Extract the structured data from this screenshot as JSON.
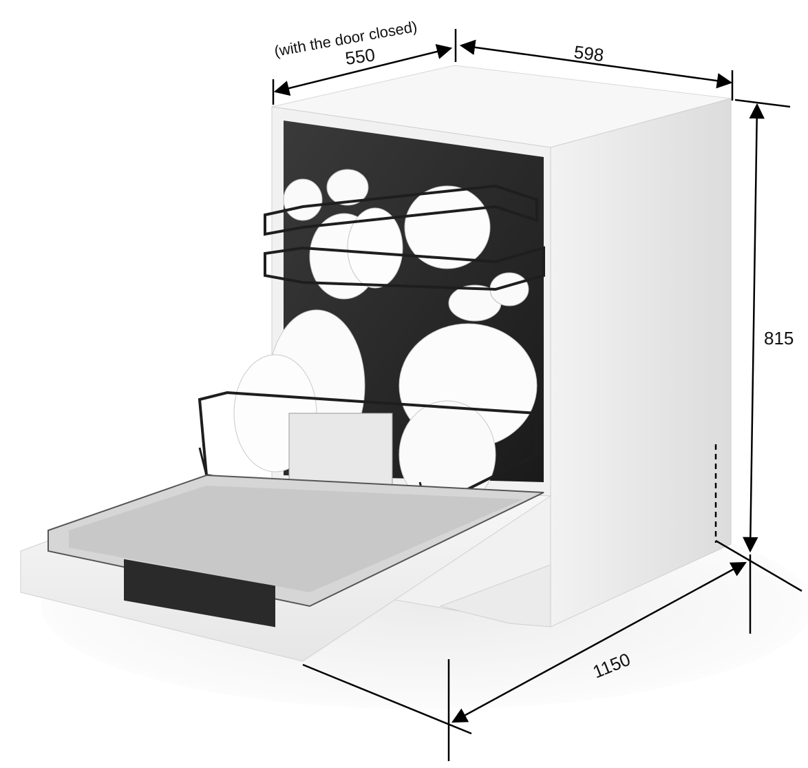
{
  "diagram": {
    "caption_door": "(with the door closed)",
    "dim_depth_closed": "550",
    "dim_width": "598",
    "dim_height": "815",
    "dim_depth_open": "1150"
  },
  "colors": {
    "line": "#000000",
    "cabinet": "#f4f4f4",
    "cabinet_shade": "#e2e2e2",
    "interior": "#2c2c2c",
    "rack": "#1e1e1e",
    "dish": "#fbfbfb"
  }
}
